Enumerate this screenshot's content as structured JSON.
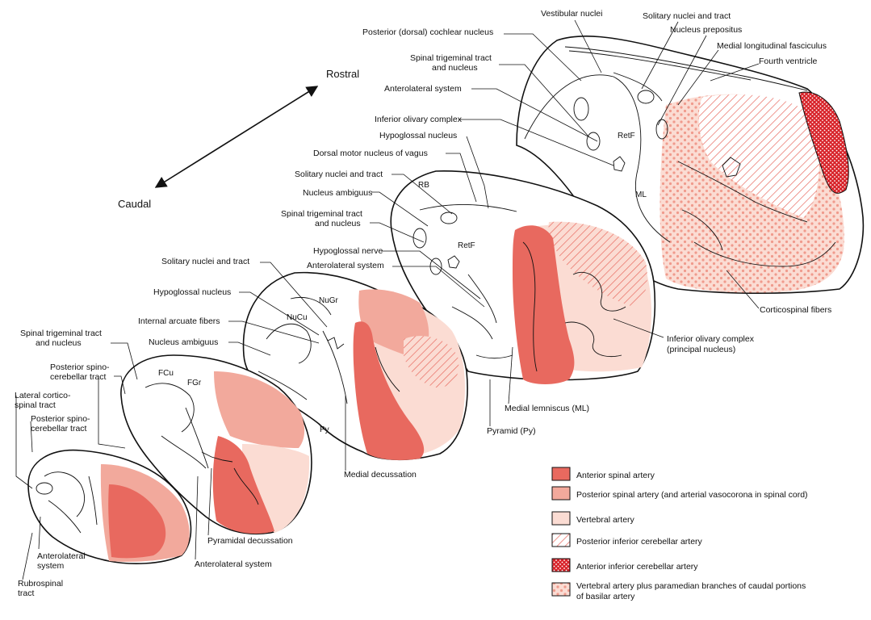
{
  "colors": {
    "anterior_spinal": "#e8695f",
    "posterior_spinal": "#f2a99c",
    "vertebral": "#fbdcd3",
    "pica_hatch": "#e8695f",
    "aica": "#d8232a",
    "vertebral_paramedian_dot": "#f09a8c",
    "outline": "#111111"
  },
  "directions": {
    "rostral": "Rostral",
    "caudal": "Caudal"
  },
  "labels": {
    "vestibular_nuclei": "Vestibular nuclei",
    "solitary_nuclei_tract_top": "Solitary nuclei and tract",
    "nucleus_prepositus": "Nucleus prepositus",
    "mlf": "Medial longitudinal fasciculus",
    "fourth_ventricle": "Fourth ventricle",
    "posterior_cochlear": "Posterior (dorsal) cochlear nucleus",
    "spinal_trigeminal_top_1": "Spinal trigeminal tract",
    "spinal_trigeminal_top_2": "and nucleus",
    "anterolateral_top": "Anterolateral system",
    "inferior_olivary_complex": "Inferior olivary complex",
    "hypoglossal_nucleus_1": "Hypoglossal nucleus",
    "dorsal_motor_vagus": "Dorsal motor nucleus of vagus",
    "solitary_nuclei_tract_2": "Solitary nuclei and tract",
    "nucleus_ambiguus_1": "Nucleus ambiguus",
    "spinal_trigeminal_mid_1": "Spinal trigeminal tract",
    "spinal_trigeminal_mid_2": "and nucleus",
    "hypoglossal_nerve": "Hypoglossal nerve",
    "anterolateral_mid": "Anterolateral system",
    "solitary_nuclei_tract_3": "Solitary nuclei and tract",
    "hypoglossal_nucleus_2": "Hypoglossal nucleus",
    "internal_arcuate": "Internal arcuate fibers",
    "nucleus_ambiguus_2": "Nucleus ambiguus",
    "spinal_trigeminal_low_1": "Spinal trigeminal tract",
    "spinal_trigeminal_low_2": "and nucleus",
    "posterior_spinocerebellar_1a": "Posterior spino-",
    "posterior_spinocerebellar_1b": "cerebellar tract",
    "lateral_corticospinal_1": "Lateral cortico-",
    "lateral_corticospinal_2": "spinal tract",
    "posterior_spinocerebellar_2a": "Posterior spino-",
    "posterior_spinocerebellar_2b": "cerebellar tract",
    "anterolateral_bottom_1": "Anterolateral",
    "anterolateral_bottom_2": "system",
    "rubrospinal_1": "Rubrospinal",
    "rubrospinal_2": "tract",
    "pyramidal_decussation": "Pyramidal decussation",
    "anterolateral_bottom_center": "Anterolateral system",
    "medial_decussation": "Medial decussation",
    "pyramid": "Pyramid (Py)",
    "medial_lemniscus": "Medial lemniscus (ML)",
    "inferior_olivary_principal_1": "Inferior olivary complex",
    "inferior_olivary_principal_2": "(principal nucleus)",
    "corticospinal_fibers": "Corticospinal fibers"
  },
  "inner_labels": {
    "retf_top": "RetF",
    "ml_top": "ML",
    "rb": "RB",
    "retf_mid": "RetF",
    "nugr": "NuGr",
    "nucu": "NuCu",
    "py": "Py",
    "fcu": "FCu",
    "fgr": "FGr"
  },
  "legend": [
    {
      "label": "Anterior spinal artery",
      "swatch": "anterior"
    },
    {
      "label": "Posterior spinal artery (and arterial vasocorona in spinal cord)",
      "swatch": "posterior"
    },
    {
      "label": "Vertebral artery",
      "swatch": "vertebral"
    },
    {
      "label": "Posterior inferior cerebellar artery",
      "swatch": "hatch"
    },
    {
      "label": "Anterior inferior cerebellar artery",
      "swatch": "aica"
    },
    {
      "label": "Vertebral artery plus paramedian branches of caudal portions",
      "label_2": "of basilar artery",
      "swatch": "dots"
    }
  ]
}
